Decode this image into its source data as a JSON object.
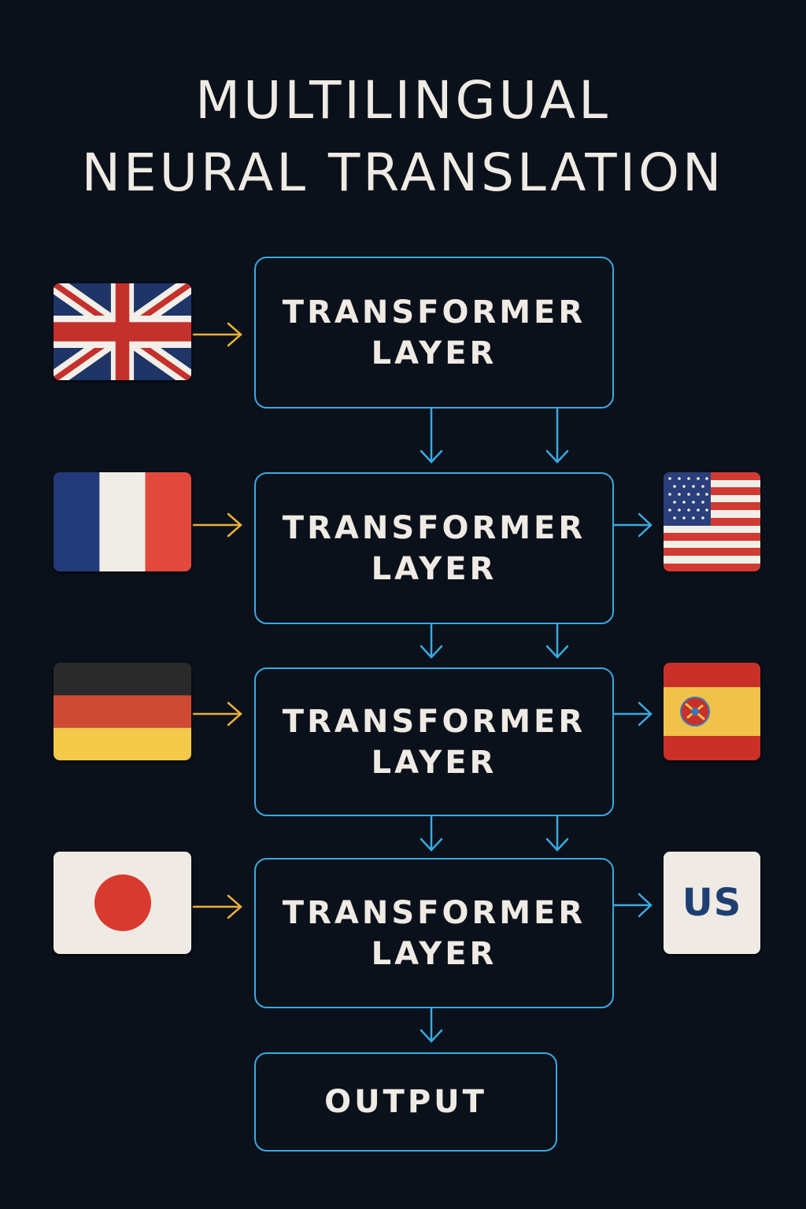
{
  "title": {
    "line1": "MULTILINGUAL",
    "line2": "NEURAL TRANSLATION"
  },
  "layers": [
    {
      "line1": "TRANSFORMER",
      "line2": "LAYER"
    },
    {
      "line1": "TRANSFORMER",
      "line2": "LAYER"
    },
    {
      "line1": "TRANSFORMER",
      "line2": "LAYER"
    },
    {
      "line1": "TRANSFORMER",
      "line2": "LAYER"
    }
  ],
  "output": {
    "label": "OUTPUT"
  },
  "input_flags": [
    "uk-flag-icon",
    "france-flag-icon",
    "germany-flag-icon",
    "japan-flag-icon"
  ],
  "output_flags": [
    "us-flag-icon",
    "spain-flag-icon",
    "us-label-icon"
  ],
  "us_label": "US",
  "colors": {
    "background": "#0b111b",
    "box_border": "#3aa9e0",
    "input_arrow": "#e9b23a",
    "output_arrow": "#3aa9e0",
    "text": "#efebe4"
  }
}
